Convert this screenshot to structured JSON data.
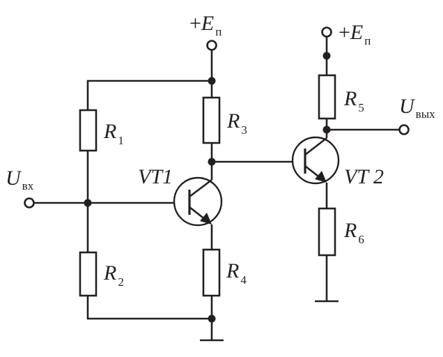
{
  "labels": {
    "R1": {
      "letter": "R",
      "sub": "1"
    },
    "R2": {
      "letter": "R",
      "sub": "2"
    },
    "R3": {
      "letter": "R",
      "sub": "3"
    },
    "R4": {
      "letter": "R",
      "sub": "4"
    },
    "R5": {
      "letter": "R",
      "sub": "5"
    },
    "R6": {
      "letter": "R",
      "sub": "6"
    },
    "VT1": "VT1",
    "VT2": "VT 2",
    "uin": {
      "letter": "U",
      "sub": "вх"
    },
    "uout": {
      "letter": "U",
      "sub": "вых"
    },
    "supply1": {
      "sign": "+",
      "letter": "E",
      "sub": "п"
    },
    "supply2": {
      "sign": "+",
      "letter": "E",
      "sub": "п"
    }
  }
}
